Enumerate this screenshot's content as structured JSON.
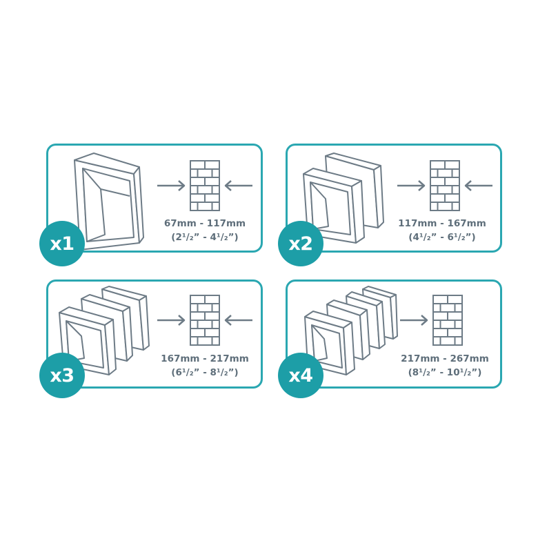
{
  "colors": {
    "accent": "#2aa7b1",
    "badge": "#1d9ea7",
    "line": "#6d7b86",
    "text": "#5e6e7a"
  },
  "icons": {
    "sleeve": "wall-sleeve-icon",
    "wall": "brick-wall-icon",
    "arrow": "arrow-icon"
  },
  "panels": [
    {
      "badge": "x1",
      "range_mm": "67mm - 117mm",
      "range_in": "(2¹/₂” - 4¹/₂”)"
    },
    {
      "badge": "x2",
      "range_mm": "117mm - 167mm",
      "range_in": "(4¹/₂” - 6¹/₂”)"
    },
    {
      "badge": "x3",
      "range_mm": "167mm - 217mm",
      "range_in": "(6¹/₂” - 8¹/₂”)"
    },
    {
      "badge": "x4",
      "range_mm": "217mm - 267mm",
      "range_in": "(8¹/₂” - 10¹/₂”)"
    }
  ]
}
